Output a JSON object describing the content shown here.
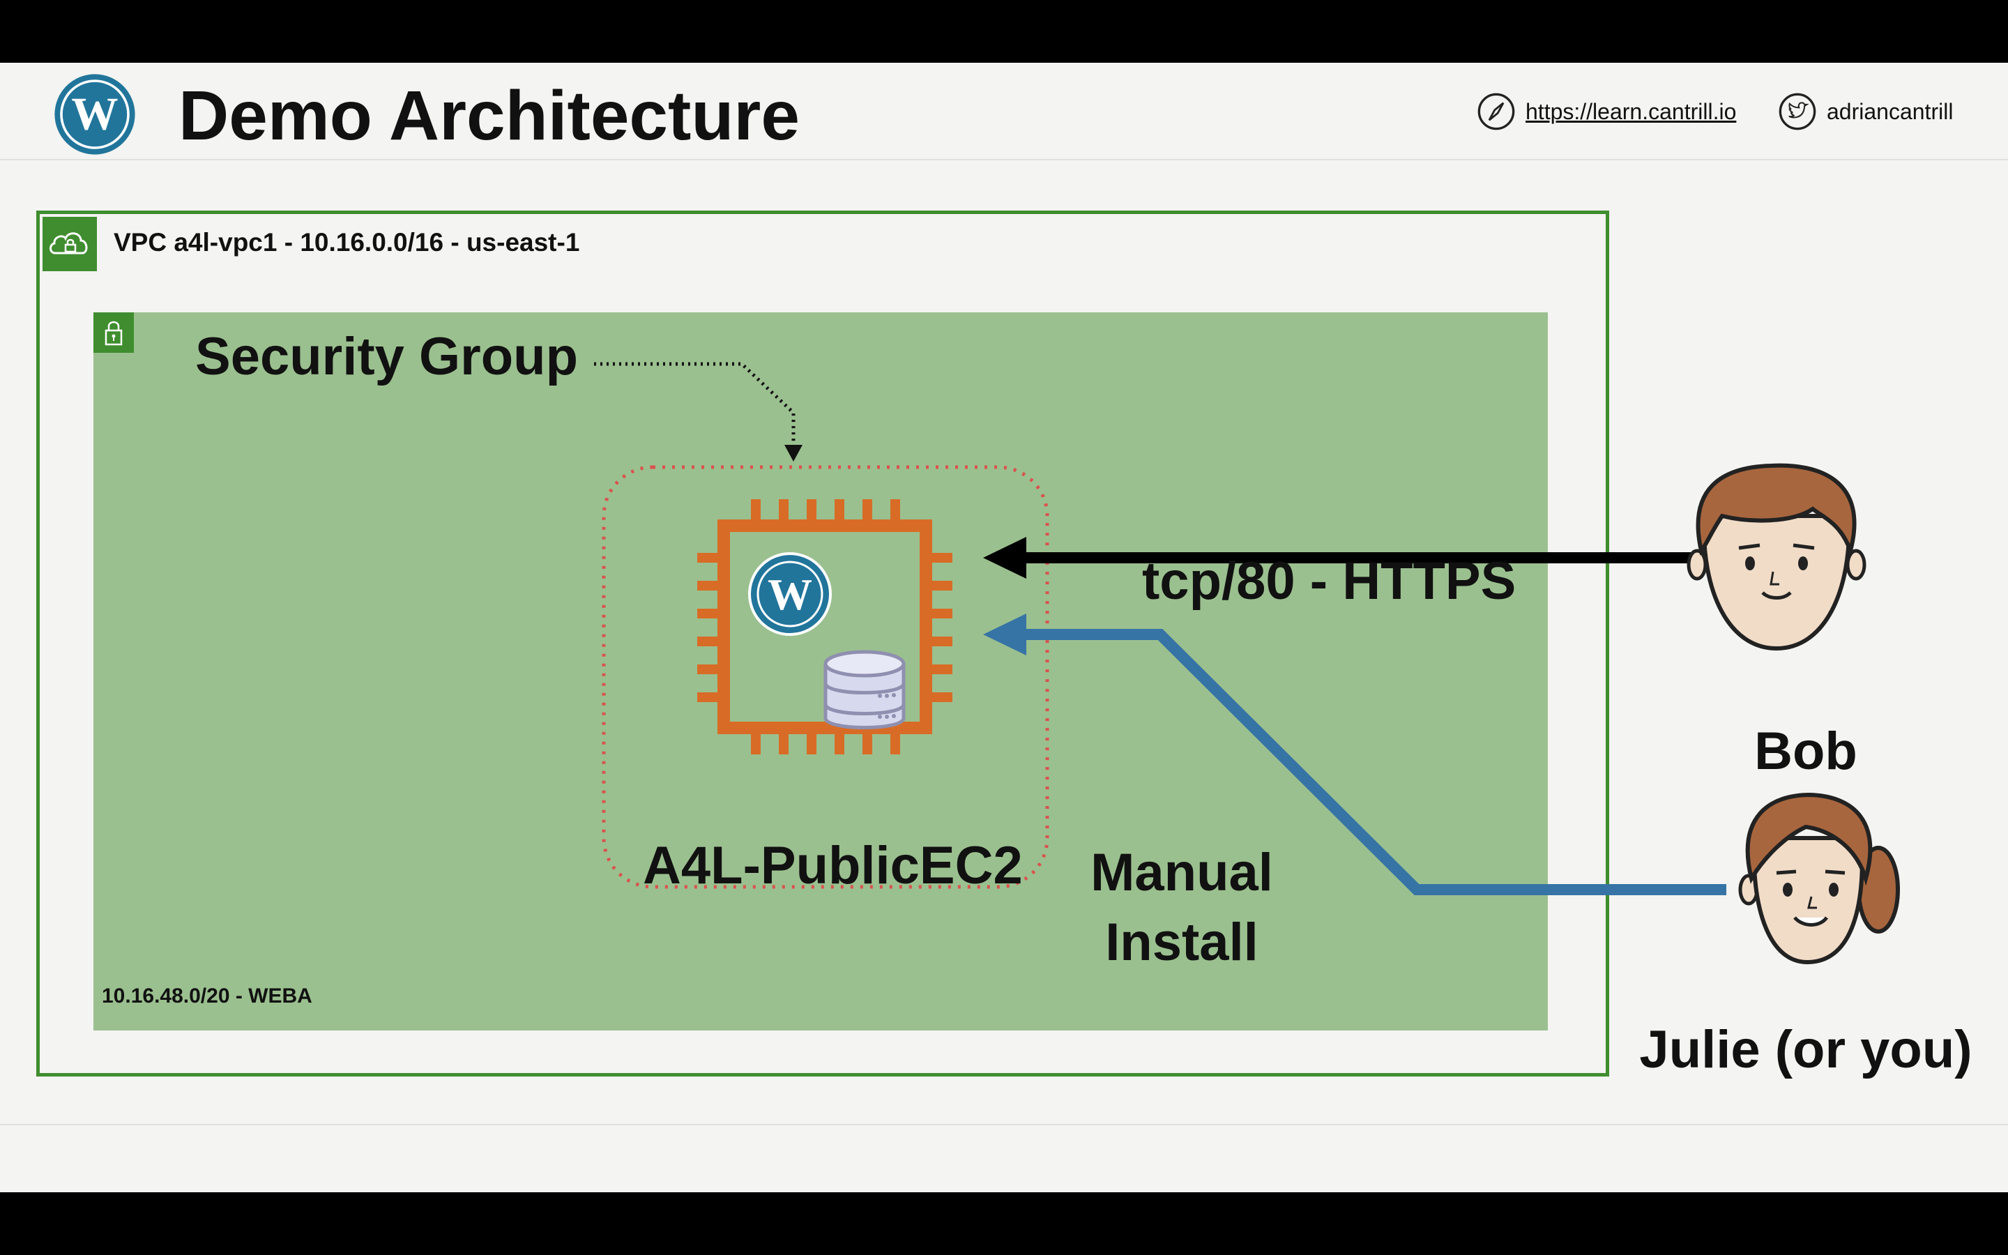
{
  "header": {
    "title": "Demo Architecture",
    "website_link": "https://learn.cantrill.io",
    "twitter_handle": "adriancantrill"
  },
  "vpc": {
    "label": "VPC a4l-vpc1 - 10.16.0.0/16 - us-east-1"
  },
  "subnet": {
    "label": "10.16.48.0/20 - WEBA"
  },
  "security_group": {
    "label": "Security Group"
  },
  "instance": {
    "label": "A4L-PublicEC2"
  },
  "connections": {
    "bob_protocol": "tcp/80 - HTTPS",
    "julie_action_line1": "Manual",
    "julie_action_line2": "Install"
  },
  "users": {
    "bob": "Bob",
    "julie": "Julie (or you)"
  },
  "colors": {
    "vpc_border": "#3f8d2f",
    "subnet_fill": "#9bc08f",
    "ec2_orange": "#d86c26",
    "security_group_dash": "#d9534f",
    "julie_arrow": "#3674a5",
    "bob_arrow": "#000000",
    "wordpress_blue": "#21759b"
  },
  "icons": [
    "wordpress-logo-icon",
    "compass-icon",
    "twitter-icon",
    "vpc-cloud-lock-icon",
    "subnet-lock-icon",
    "ec2-chip-icon",
    "database-icon",
    "person-bob-icon",
    "person-julie-icon"
  ]
}
